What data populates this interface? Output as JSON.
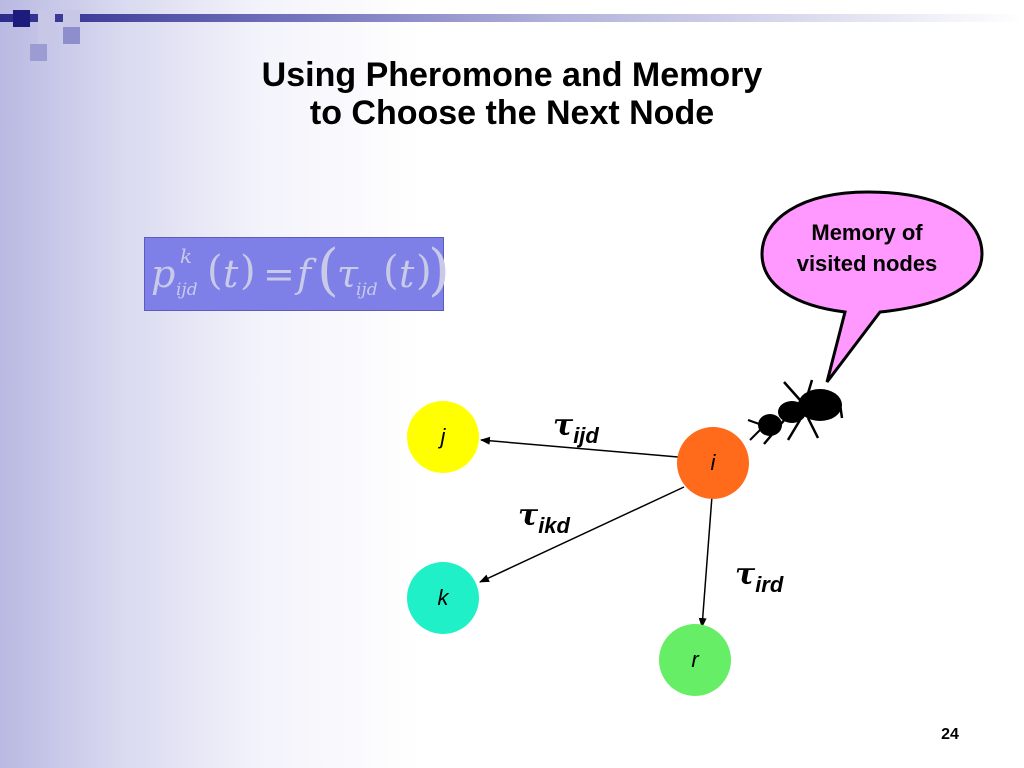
{
  "title": {
    "line1": "Using Pheromone and Memory",
    "line2": "to Choose the Next Node"
  },
  "formula": {
    "p": "p",
    "p_sup": "k",
    "p_sub": "ijd",
    "lparen1": "(",
    "t1": "t",
    "rparen1": ")",
    "equals": "=",
    "f": "f",
    "big_lparen": "(",
    "tau": "τ",
    "tau_sub": "ijd",
    "lparen2": "(",
    "t2": "t",
    "rparen2": ")",
    "big_rparen": ")"
  },
  "nodes": {
    "j": "j",
    "i": "i",
    "k": "k",
    "r": "r"
  },
  "edge_labels": {
    "ijd": {
      "symbol": "τ",
      "subscript": "ijd"
    },
    "ikd": {
      "symbol": "τ",
      "subscript": "ikd"
    },
    "ird": {
      "symbol": "τ",
      "subscript": "ird"
    }
  },
  "callout": {
    "line1": "Memory of",
    "line2": "visited nodes"
  },
  "slide_number": "24",
  "colors": {
    "node_j": "#ffff00",
    "node_i": "#ff6b1a",
    "node_k": "#1ff0c8",
    "node_r": "#66ee66",
    "callout_fill": "#ff99ff",
    "formula_box": "#7e80e8",
    "accent": "#2b2b8c"
  },
  "icons": {
    "ant": "ant-icon"
  }
}
